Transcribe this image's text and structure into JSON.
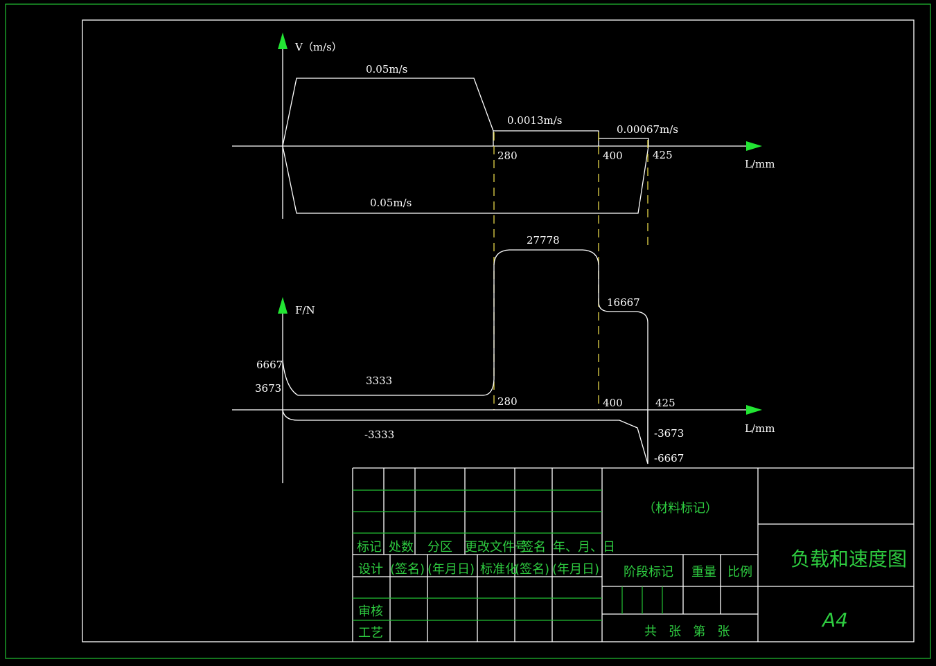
{
  "velocity_chart": {
    "y_axis_label": "V（m/s）",
    "x_axis_label": "L/mm",
    "forward_segments": [
      {
        "label": "0.05m/s",
        "from": 0,
        "to": 280,
        "v": 0.05
      },
      {
        "label": "0.0013m/s",
        "from": 280,
        "to": 400,
        "v": 0.0013
      },
      {
        "label": "0.00067m/s",
        "from": 400,
        "to": 425,
        "v": 0.00067
      }
    ],
    "return_label": "0.05m/s",
    "x_ticks": [
      "280",
      "400",
      "425"
    ]
  },
  "force_chart": {
    "y_axis_label": "F/N",
    "x_axis_label": "L/mm",
    "y_labels_left": [
      "6667",
      "3673"
    ],
    "forward_labels": [
      "3333",
      "27778",
      "16667"
    ],
    "x_ticks": [
      "280",
      "400",
      "425"
    ],
    "return_labels": [
      "-3333",
      "-3673",
      "-6667"
    ]
  },
  "title_block": {
    "material": "（材料标记）",
    "drawing_title": "负载和速度图",
    "sheet_size": "A4",
    "row_headers": [
      "标记",
      "处数",
      "分区",
      "更改文件号",
      "签名",
      "年、月、日"
    ],
    "row_design": [
      "设计",
      "(签名)",
      "(年月日)",
      "标准化",
      "(签名)",
      "(年月日)"
    ],
    "review": "审核",
    "process": "工艺",
    "stage_mark": "阶段标记",
    "weight": "重量",
    "scale": "比例",
    "sheets": "共   张   第   张"
  },
  "colors": {
    "background": "#000000",
    "lines": "#ffffff",
    "border": "#22c033",
    "text_block": "#2ecc40",
    "dash": "#e6d84a",
    "arrow": "#22e533"
  }
}
